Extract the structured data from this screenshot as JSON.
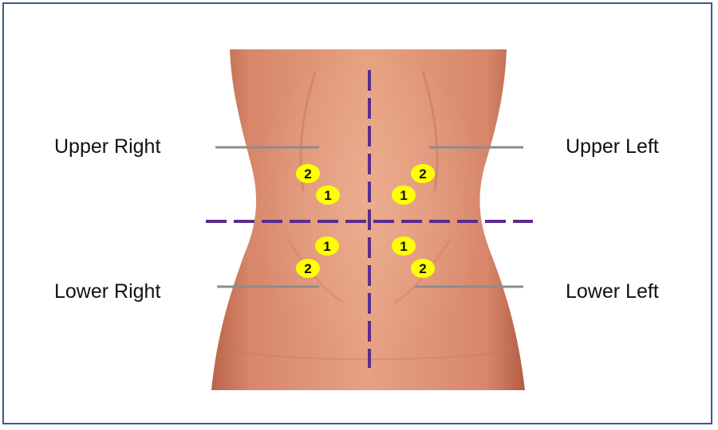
{
  "labels": {
    "upper_right": "Upper Right",
    "upper_left": "Upper Left",
    "lower_right": "Lower Right",
    "lower_left": "Lower Left"
  },
  "markers": {
    "ur_a": "2",
    "ur_b": "1",
    "ul_a": "2",
    "ul_b": "1",
    "lr_a": "1",
    "lr_b": "2",
    "ll_a": "1",
    "ll_b": "2"
  },
  "colors": {
    "frame": "#3a5a84",
    "divider_lines": "#5a2d8c",
    "marker_fill": "#ffff00",
    "skin": "#d98a68",
    "leader_lines": "#8c8c8c"
  }
}
